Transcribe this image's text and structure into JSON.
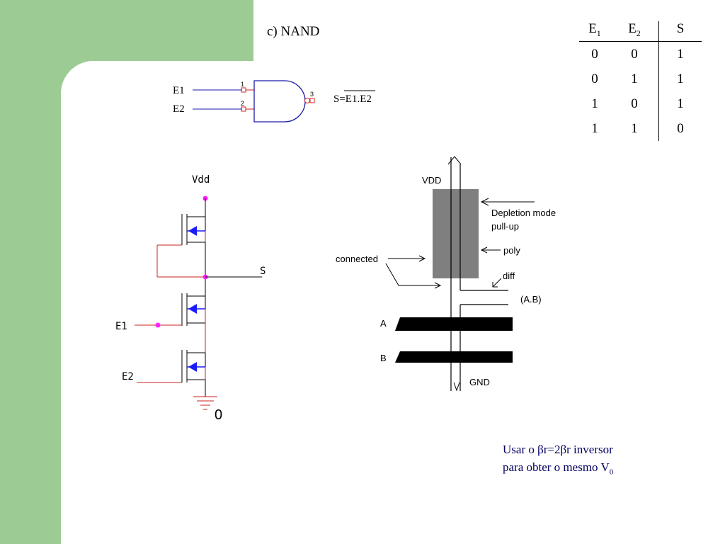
{
  "title": "c) NAND",
  "gate": {
    "input1": "E1",
    "input2": "E2",
    "pin1": "1",
    "pin2": "2",
    "pin3": "3",
    "output": "S=E1.E2"
  },
  "truth_table": {
    "headers": [
      "E1",
      "E2",
      "S"
    ],
    "rows": [
      [
        "0",
        "0",
        "1"
      ],
      [
        "0",
        "1",
        "1"
      ],
      [
        "1",
        "0",
        "1"
      ],
      [
        "1",
        "1",
        "0"
      ]
    ]
  },
  "schematic": {
    "vdd": "Vdd",
    "out": "S",
    "in1": "E1",
    "in2": "E2",
    "gnd": "0"
  },
  "layout_diagram": {
    "vdd": "VDD",
    "depletion_line1": "Depletion mode",
    "depletion_line2": "pull-up",
    "poly": "poly",
    "connected": "connected",
    "diff": "diff",
    "ab": "(A.B)",
    "a": "A",
    "b": "B",
    "gnd": "GND"
  },
  "note": {
    "line1": "Usar o βr=2βr inversor",
    "line2": "para obter o mesmo V",
    "line2_sub": "0"
  },
  "colors": {
    "background": "#9ccc94",
    "gate_outline": "#1a1aa8",
    "wire_red": "#cc2222",
    "node_magenta": "#ff22ff",
    "transistor_blue": "#1a1aff",
    "depletion_gray": "#7f7f7f"
  }
}
